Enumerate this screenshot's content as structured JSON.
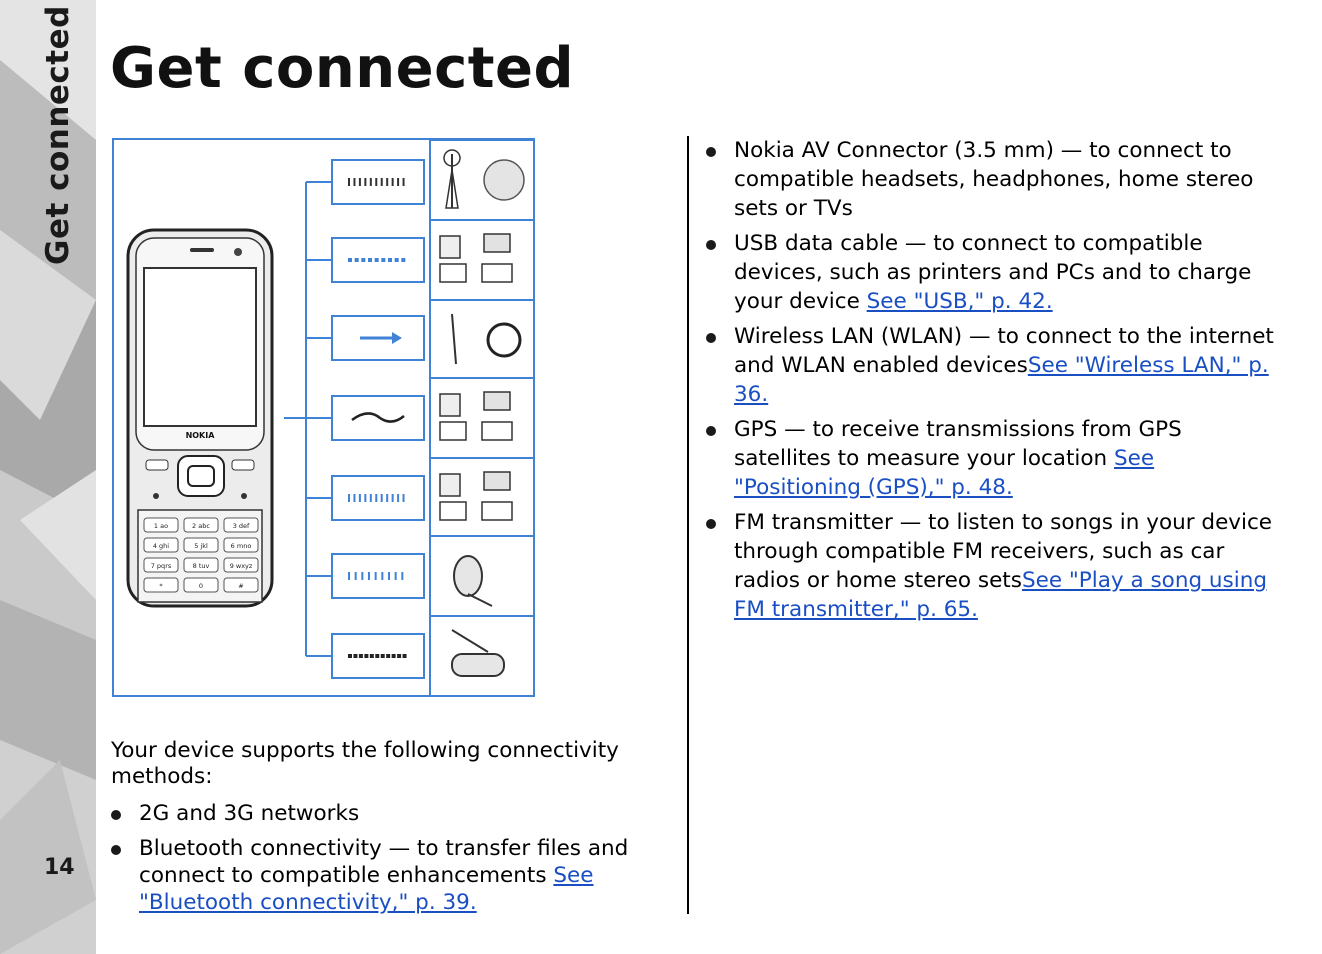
{
  "sidebar": {
    "title": "Get connected",
    "page_number": "14"
  },
  "page": {
    "title": "Get connected"
  },
  "figure": {
    "phone_brand": "NOKIA",
    "keypad_keys": [
      "1 ao",
      "2 abc",
      "3 def",
      "4 ghi",
      "5 jkl",
      "6 mno",
      "7 pqrs",
      "8 tuv",
      "9 wxyz",
      "*",
      "0",
      "#"
    ]
  },
  "left": {
    "intro": "Your device supports the following connectivity methods:",
    "bullets": [
      {
        "text": "2G and 3G networks",
        "link": ""
      },
      {
        "text": "Bluetooth connectivity — to transfer files and connect to compatible enhancements ",
        "link": "See \"Bluetooth connectivity,\" p. 39."
      }
    ]
  },
  "right": {
    "bullets": [
      {
        "text": "Nokia AV Connector (3.5 mm) — to connect to compatible headsets, headphones, home stereo sets or TVs",
        "link": ""
      },
      {
        "text": "USB data cable — to connect to compatible devices, such as printers and PCs and to charge your device ",
        "link": "See \"USB,\" p. 42."
      },
      {
        "text": "Wireless LAN (WLAN) — to connect to the internet and WLAN enabled devices",
        "link": "See \"Wireless LAN,\" p. 36."
      },
      {
        "text": "GPS — to receive transmissions from GPS satellites to measure your location ",
        "link": "See \"Positioning (GPS),\" p. 48."
      },
      {
        "text": "FM transmitter — to listen to songs in your device through compatible FM receivers, such as car radios or home stereo sets",
        "link": "See \"Play a song using FM transmitter,\" p. 65."
      }
    ]
  },
  "colors": {
    "link": "#1a4fc4",
    "diagram_blue": "#3f82d6",
    "sidebar_gray": "#cfcfcf"
  }
}
